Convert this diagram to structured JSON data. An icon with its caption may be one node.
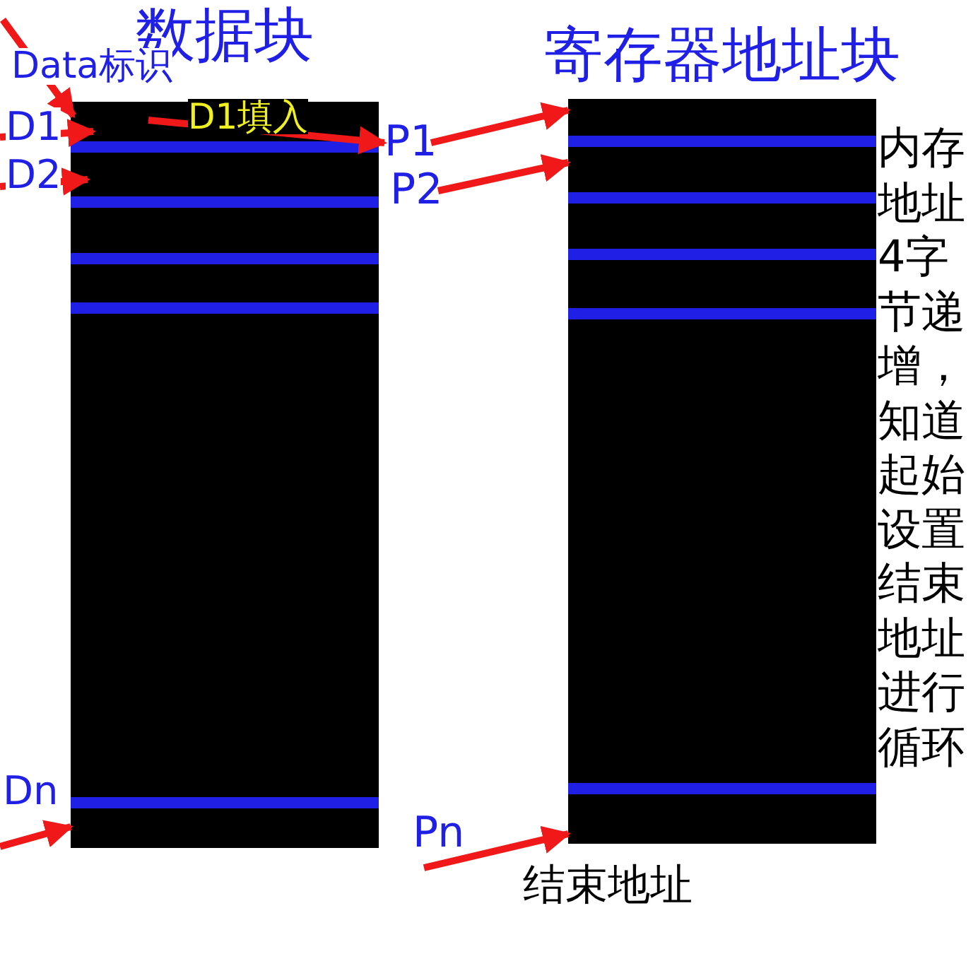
{
  "diagram": {
    "nodes": [
      {
        "text": [
          "数据块"
        ]
      },
      {
        "text": [
          "寄存器地址块"
        ],
        "beside": [
          "内存地址4字节递增，知道起始设置结束地址进行循环",
          "结束地址"
        ]
      },
      {
        "text": [
          "P1"
        ]
      },
      {
        "text": [
          "P2"
        ]
      },
      {
        "text": [
          "Pn"
        ]
      }
    ],
    "edges": [
      {
        "from": null,
        "to": 0,
        "arrow": "to",
        "label": "Data标识"
      },
      {
        "from": null,
        "to": 0,
        "arrow": "to",
        "label": "D1"
      },
      {
        "from": null,
        "to": 0,
        "arrow": "to",
        "label": "D2"
      },
      {
        "from": null,
        "to": 0,
        "arrow": "to",
        "label": "Dn"
      },
      {
        "from": 0,
        "to": 2,
        "arrow": "to",
        "label": "D1填入"
      },
      {
        "from": 2,
        "to": 1,
        "arrow": "to"
      },
      {
        "from": 3,
        "to": 1,
        "arrow": "to"
      },
      {
        "from": 4,
        "to": 1,
        "arrow": "to"
      }
    ]
  }
}
